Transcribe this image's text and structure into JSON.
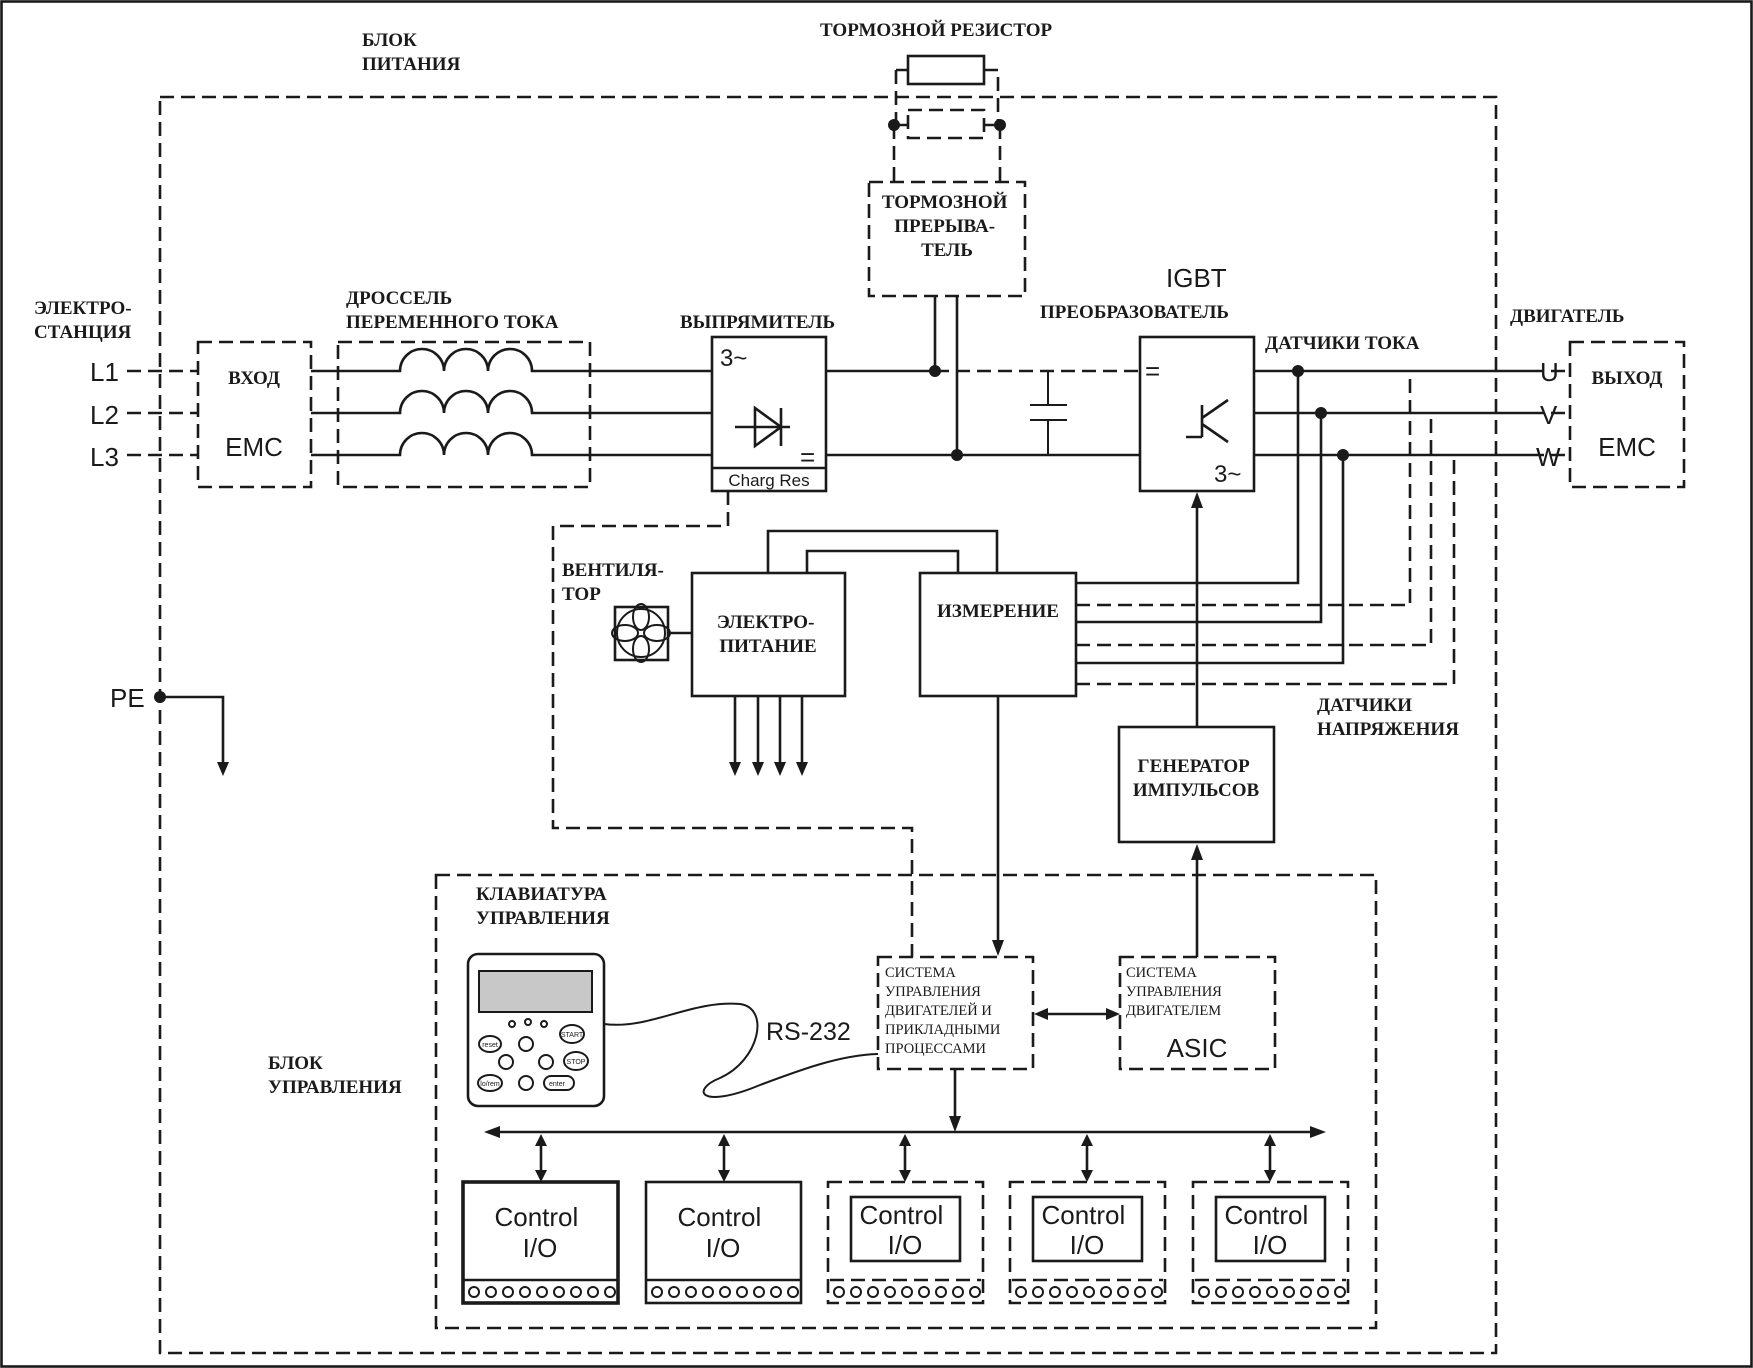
{
  "labels": {
    "power_block": [
      "БЛОК",
      "ПИТАНИЯ"
    ],
    "brake_resistor": "ТОРМОЗНОЙ РЕЗИСТОР",
    "brake_chopper": [
      "ТОРМОЗНОЙ",
      "ПРЕРЫВА-",
      "ТЕЛЬ"
    ],
    "igbt": "IGBT",
    "converter": "ПРЕОБРАЗОВАТЕЛЬ",
    "power_station": [
      "ЭЛЕКТРО-",
      "СТАНЦИЯ"
    ],
    "choke": [
      "ДРОССЕЛЬ",
      "ПЕРЕМЕННОГО ТОКА"
    ],
    "rectifier": "ВЫПРЯМИТЕЛЬ",
    "current_sensors": "ДАТЧИКИ ТОКА",
    "motor": "ДВИГАТЕЛЬ",
    "input": "ВХОД",
    "output": "ВЫХОД",
    "emc": "EMC",
    "l1": "L1",
    "l2": "L2",
    "l3": "L3",
    "u": "U",
    "v": "V",
    "w": "W",
    "pe": "PE",
    "three_phase": "3~",
    "dc_symbol": "=",
    "charge_res": "Charg Res",
    "fan": [
      "ВЕНТИЛЯ-",
      "ТОР"
    ],
    "power_supply": [
      "ЭЛЕКТРО-",
      "ПИТАНИЕ"
    ],
    "measurement": "ИЗМЕРЕНИЕ",
    "voltage_sensors": [
      "ДАТЧИКИ",
      "НАПРЯЖЕНИЯ"
    ],
    "pulse_generator": [
      "ГЕНЕРАТОР",
      "ИМПУЛЬСОВ"
    ],
    "keypad": [
      "КЛАВИАТУРА",
      "УПРАВЛЕНИЯ"
    ],
    "control_block": [
      "БЛОК",
      "УПРАВЛЕНИЯ"
    ],
    "rs232": "RS-232",
    "app_control": [
      "СИСТЕМА",
      "УПРАВЛЕНИЯ",
      "ДВИГАТЕЛЕЙ И",
      "ПРИКЛАДНЫМИ",
      "ПРОЦЕССАМИ"
    ],
    "motor_control": [
      "СИСТЕМА",
      "УПРАВЛЕНИЯ",
      "ДВИГАТЕЛЕМ"
    ],
    "asic": "ASIC",
    "control_io": [
      "Control",
      "I/O"
    ],
    "keypad_keys": {
      "reset": "reset",
      "start": "START",
      "stop": "STOP",
      "enter": "enter",
      "locrem": "lo/rem"
    }
  }
}
